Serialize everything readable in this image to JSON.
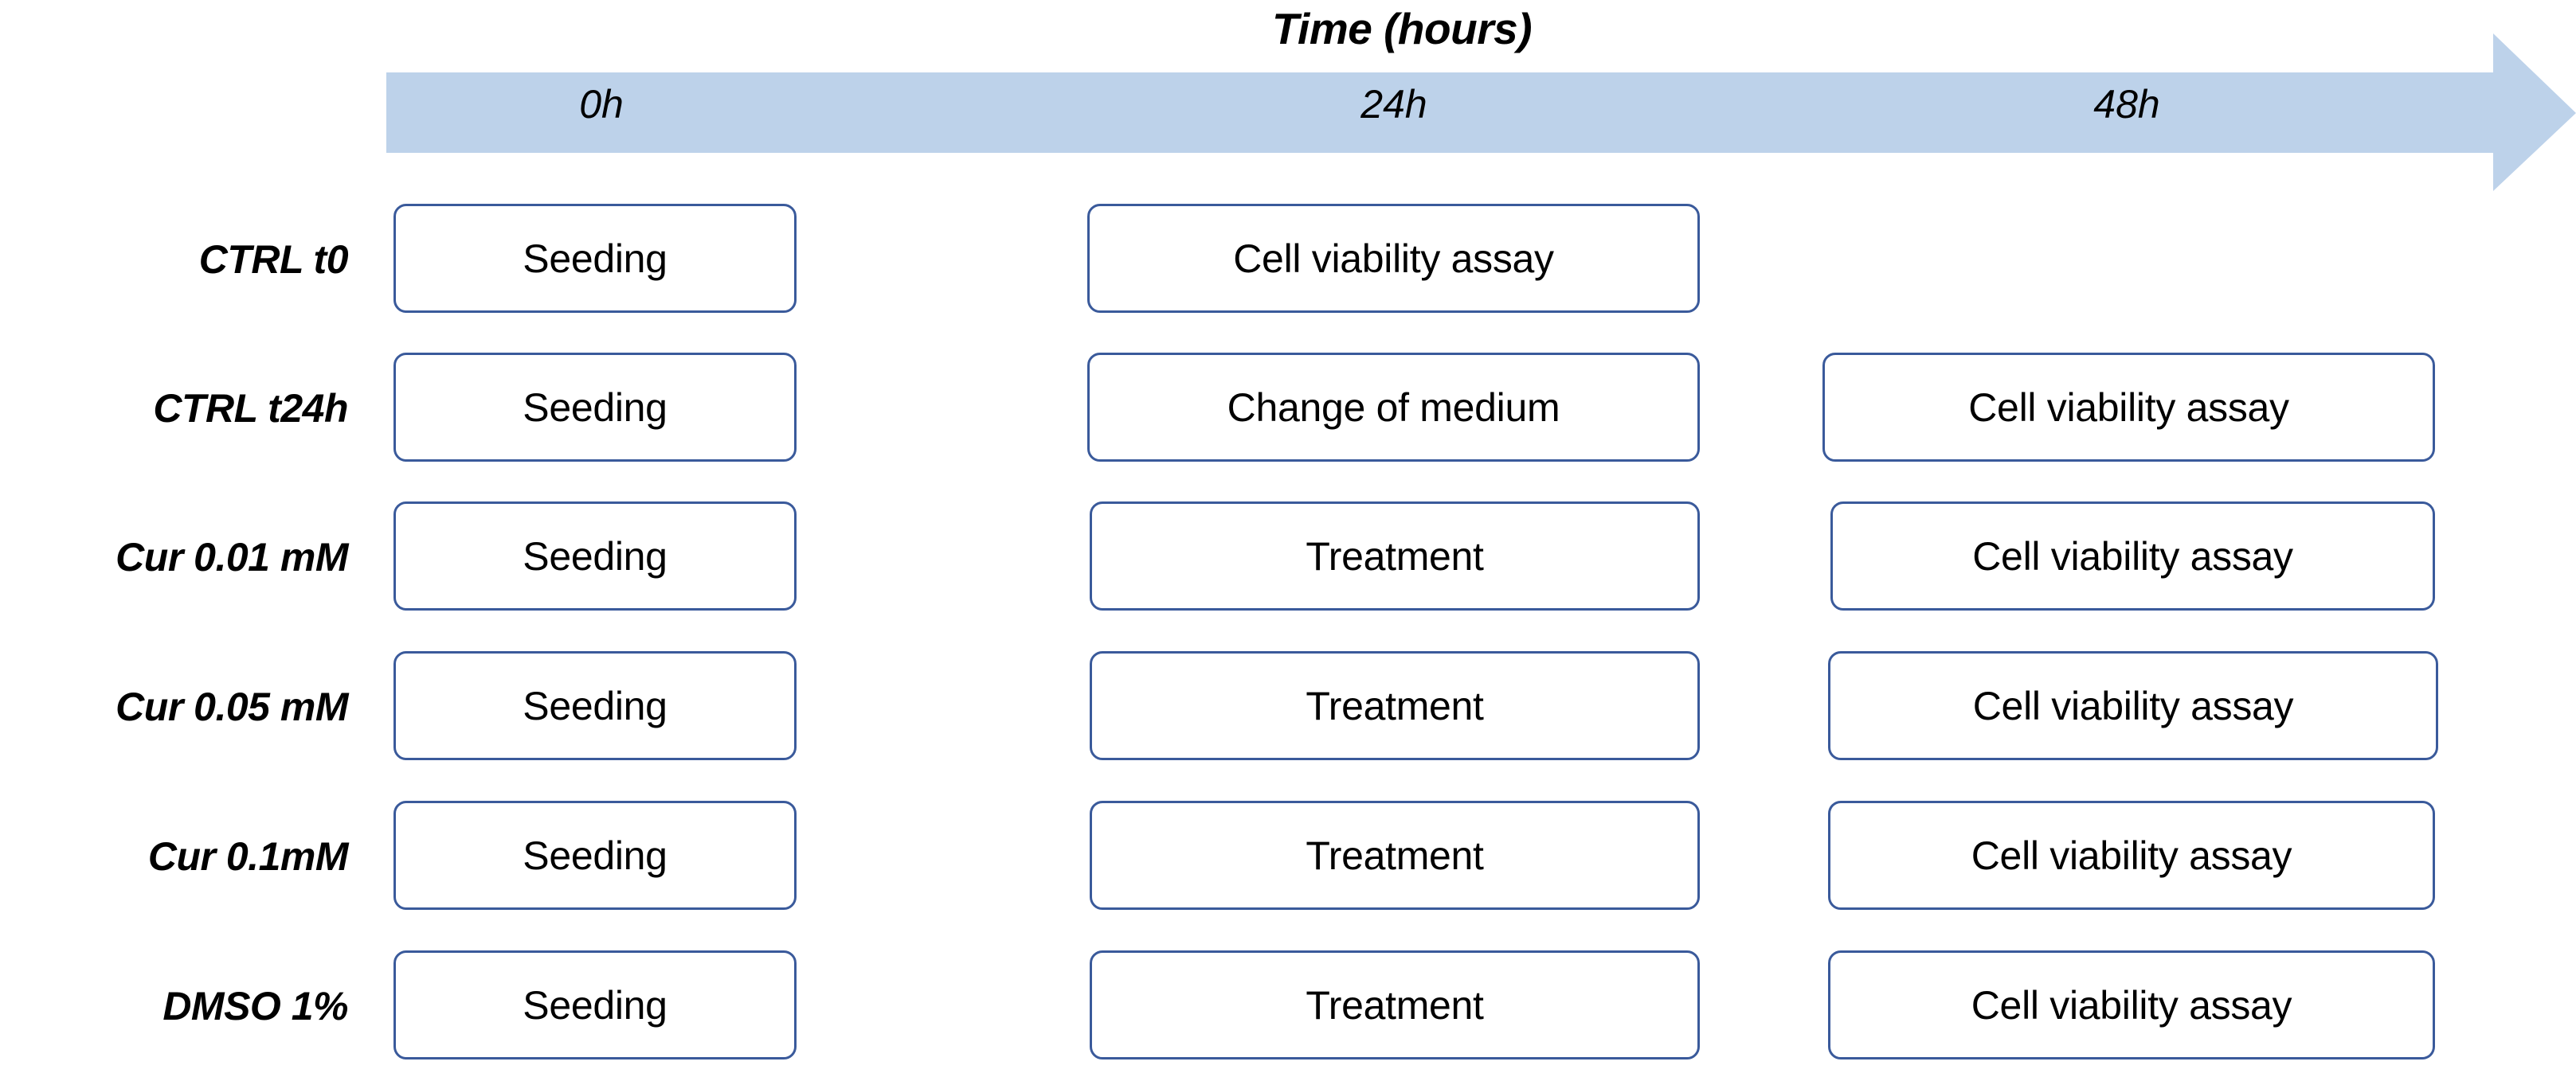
{
  "timeline": {
    "title": "Time (hours)",
    "arrow_color": "#BDD2EA",
    "ticks": [
      {
        "label": "0h"
      },
      {
        "label": "24h"
      },
      {
        "label": "48h"
      }
    ]
  },
  "box_style": {
    "border_color": "#3A5A9B",
    "fill_color": "#FFFFFF",
    "text_color": "#000000"
  },
  "rows": [
    {
      "label": "CTRL t0",
      "steps": [
        {
          "text": "Seeding"
        },
        {
          "text": "Cell viability assay"
        },
        {
          "text": ""
        }
      ]
    },
    {
      "label": "CTRL t24h",
      "steps": [
        {
          "text": "Seeding"
        },
        {
          "text": "Change of medium"
        },
        {
          "text": "Cell viability assay"
        }
      ]
    },
    {
      "label": "Cur 0.01 mM",
      "steps": [
        {
          "text": "Seeding"
        },
        {
          "text": "Treatment"
        },
        {
          "text": "Cell viability assay"
        }
      ]
    },
    {
      "label": "Cur 0.05 mM",
      "steps": [
        {
          "text": "Seeding"
        },
        {
          "text": "Treatment"
        },
        {
          "text": "Cell viability assay"
        }
      ]
    },
    {
      "label": "Cur 0.1mM",
      "steps": [
        {
          "text": "Seeding"
        },
        {
          "text": "Treatment"
        },
        {
          "text": "Cell viability assay"
        }
      ]
    },
    {
      "label": "DMSO 1%",
      "steps": [
        {
          "text": "Seeding"
        },
        {
          "text": "Treatment"
        },
        {
          "text": "Cell viability assay"
        }
      ]
    }
  ]
}
